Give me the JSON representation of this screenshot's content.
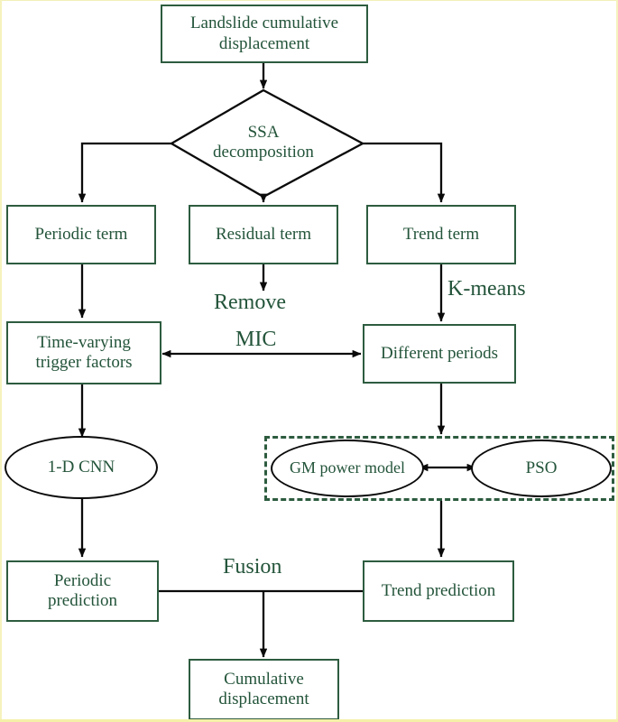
{
  "diagram": {
    "title": "Landslide displacement prediction flowchart",
    "type": "flowchart",
    "colors": {
      "box_border": "#2d5c3f",
      "text": "#23543a",
      "connector": "#0a0a0a",
      "ellipse_border": "#0a0a0a",
      "dashed_group_border": "#2d5c3f",
      "background": "#ffffff"
    },
    "nodes": {
      "input": {
        "label": "Landslide cumulative\ndisplacement",
        "line1": "Landslide cumulative",
        "line2": "displacement",
        "shape": "rectangle"
      },
      "decision": {
        "label": "SSA\ndecomposition",
        "line1": "SSA",
        "line2": "decomposition",
        "shape": "diamond"
      },
      "periodic_term": {
        "label": "Periodic term",
        "shape": "rectangle"
      },
      "residual_term": {
        "label": "Residual term",
        "shape": "rectangle"
      },
      "trend_term": {
        "label": "Trend term",
        "shape": "rectangle"
      },
      "trigger_factors": {
        "label": "Time-varying\ntrigger factors",
        "line1": "Time-varying",
        "line2": "trigger factors",
        "shape": "rectangle"
      },
      "different_periods": {
        "label": "Different periods",
        "shape": "rectangle"
      },
      "cnn": {
        "label": "1-D CNN",
        "shape": "ellipse"
      },
      "gm_power_model": {
        "label": "GM power model",
        "shape": "ellipse"
      },
      "pso": {
        "label": "PSO",
        "shape": "ellipse"
      },
      "periodic_prediction": {
        "label": "Periodic\nprediction",
        "line1": "Periodic",
        "line2": "prediction",
        "shape": "rectangle"
      },
      "trend_prediction": {
        "label": "Trend prediction",
        "shape": "rectangle"
      },
      "cumulative_displacement": {
        "label": "Cumulative\ndisplacement",
        "line1": "Cumulative",
        "line2": "displacement",
        "shape": "rectangle"
      }
    },
    "edge_labels": {
      "remove": "Remove",
      "k_means": "K-means",
      "mic": "MIC",
      "fusion": "Fusion"
    },
    "edges": [
      {
        "from": "input",
        "to": "decision",
        "label": "",
        "arrow": "single"
      },
      {
        "from": "decision",
        "to": "periodic_term",
        "label": "",
        "arrow": "single"
      },
      {
        "from": "decision",
        "to": "residual_term",
        "label": "",
        "arrow": "single"
      },
      {
        "from": "decision",
        "to": "trend_term",
        "label": "",
        "arrow": "single"
      },
      {
        "from": "periodic_term",
        "to": "trigger_factors",
        "label": "",
        "arrow": "single"
      },
      {
        "from": "residual_term",
        "to": "remove",
        "label": "Remove",
        "arrow": "single"
      },
      {
        "from": "trend_term",
        "to": "different_periods",
        "label": "K-means",
        "arrow": "single"
      },
      {
        "from": "trigger_factors",
        "to": "different_periods",
        "label": "MIC",
        "arrow": "double"
      },
      {
        "from": "trigger_factors",
        "to": "cnn",
        "label": "",
        "arrow": "single"
      },
      {
        "from": "different_periods",
        "to": "gm_pso_group",
        "label": "",
        "arrow": "single"
      },
      {
        "from": "gm_power_model",
        "to": "pso",
        "label": "",
        "arrow": "double"
      },
      {
        "from": "cnn",
        "to": "periodic_prediction",
        "label": "",
        "arrow": "single"
      },
      {
        "from": "gm_pso_group",
        "to": "trend_prediction",
        "label": "",
        "arrow": "single"
      },
      {
        "from": "periodic_prediction",
        "to": "cumulative_displacement",
        "label": "Fusion",
        "arrow": "single"
      },
      {
        "from": "trend_prediction",
        "to": "cumulative_displacement",
        "label": "Fusion",
        "arrow": "single"
      }
    ]
  }
}
